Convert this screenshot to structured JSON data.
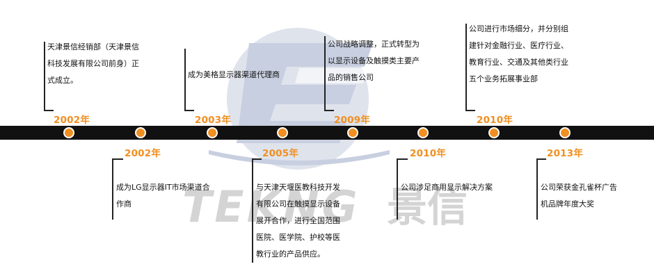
{
  "brand": {
    "logo_text": "TEKNG",
    "logo_chinese": "景信",
    "colors": {
      "accent": "#f18f21",
      "bar": "#111111",
      "watermark_circle": "#dfe3ec",
      "watermark_letter": "#c8cfe0",
      "watermark_text": "#d4d4d4"
    }
  },
  "events": [
    {
      "year": "2002年",
      "lines": [
        "天津景信经销部（天津景信",
        "科技发展有限公司前身）正",
        "式成立。"
      ]
    },
    {
      "year": "2002年",
      "lines": [
        "成为LG显示器IT市场渠道合",
        "作商"
      ]
    },
    {
      "year": "2003年",
      "lines": [
        "成为美格显示器渠道代理商"
      ]
    },
    {
      "year": "2005年",
      "lines": [
        "与天津天堰医教科技开发",
        "有限公司在触摸显示设备",
        "展开合作，进行全国范围",
        "医院、医学院、护校等医",
        "教行业的产品供应。"
      ]
    },
    {
      "year": "2009年",
      "lines": [
        "公司战略调整，正式转型为",
        "以显示设备及触摸类主要产",
        "品的销售公司"
      ]
    },
    {
      "year": "2010年",
      "lines": [
        "公司涉足商用显示解决方案"
      ]
    },
    {
      "year": "2010年",
      "lines": [
        "公司进行市场细分，并分别组",
        "建针对金融行业、医疗行业、",
        "教育行业、交通及其他类行业",
        "五个业务拓展事业部"
      ]
    },
    {
      "year": "2013年",
      "lines": [
        "公司荣获金孔雀杯广告",
        "机品牌年度大奖"
      ]
    }
  ]
}
